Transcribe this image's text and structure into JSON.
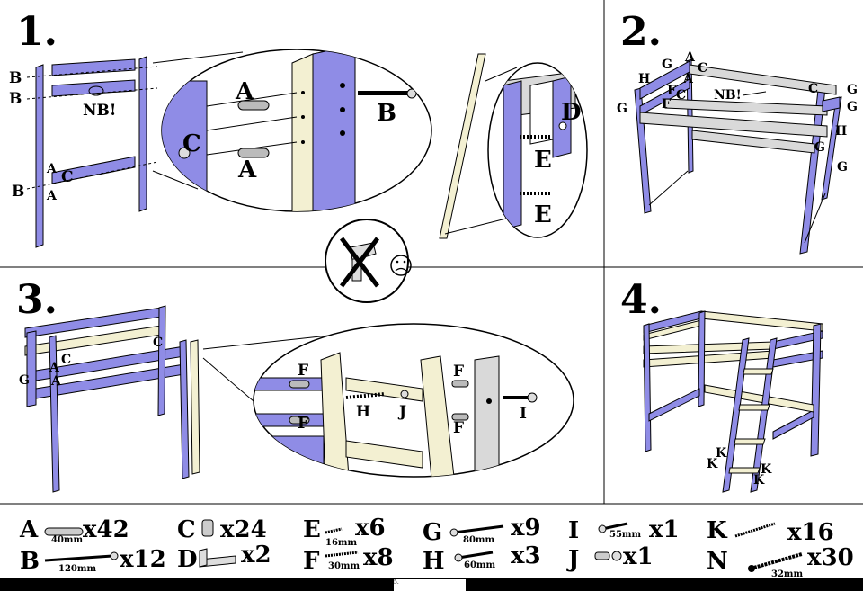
{
  "steps": [
    "1.",
    "2.",
    "3.",
    "4."
  ],
  "panel1": {
    "labels_left": [
      "B",
      "B",
      "A",
      "C",
      "B",
      "A"
    ],
    "nb": "NB!",
    "zoom_a_top": "A",
    "zoom_a_bottom": "A",
    "zoom_c": "C",
    "zoom_b": "B",
    "zoom_d": "D",
    "zoom_e_top": "E",
    "zoom_e_bottom": "E"
  },
  "panel2": {
    "labels": [
      "G",
      "A",
      "C",
      "H",
      "F",
      "C",
      "A",
      "G",
      "F",
      "C",
      "G",
      "G",
      "H",
      "G",
      "G"
    ],
    "nb": "NB!"
  },
  "panel3": {
    "labels_left": [
      "G",
      "A",
      "C",
      "A",
      "C"
    ],
    "zoom_f": [
      "F",
      "F",
      "F",
      "F"
    ],
    "zoom_h": "H",
    "zoom_j": "J",
    "zoom_i": "I"
  },
  "panel4": {
    "labels": [
      "K",
      "K",
      "K",
      "K"
    ]
  },
  "parts": [
    {
      "letter": "A",
      "size": "40mm",
      "qty": "x42"
    },
    {
      "letter": "B",
      "size": "120mm",
      "qty": "x12"
    },
    {
      "letter": "C",
      "size": "",
      "qty": "x24"
    },
    {
      "letter": "D",
      "size": "",
      "qty": "x2"
    },
    {
      "letter": "E",
      "size": "16mm",
      "qty": "x6"
    },
    {
      "letter": "F",
      "size": "30mm",
      "qty": "x8"
    },
    {
      "letter": "G",
      "size": "80mm",
      "qty": "x9"
    },
    {
      "letter": "H",
      "size": "60mm",
      "qty": "x3"
    },
    {
      "letter": "I",
      "size": "55mm",
      "qty": "x1"
    },
    {
      "letter": "J",
      "size": "",
      "qty": "x1"
    },
    {
      "letter": "K",
      "size": "",
      "qty": "x16"
    },
    {
      "letter": "N",
      "size": "32mm",
      "qty": "x30"
    }
  ],
  "colors": {
    "purple": "#8f8ce6",
    "cream": "#f3f0d2",
    "grey": "#d9d9d9",
    "ink": "#000000"
  },
  "footer_tab": "5."
}
